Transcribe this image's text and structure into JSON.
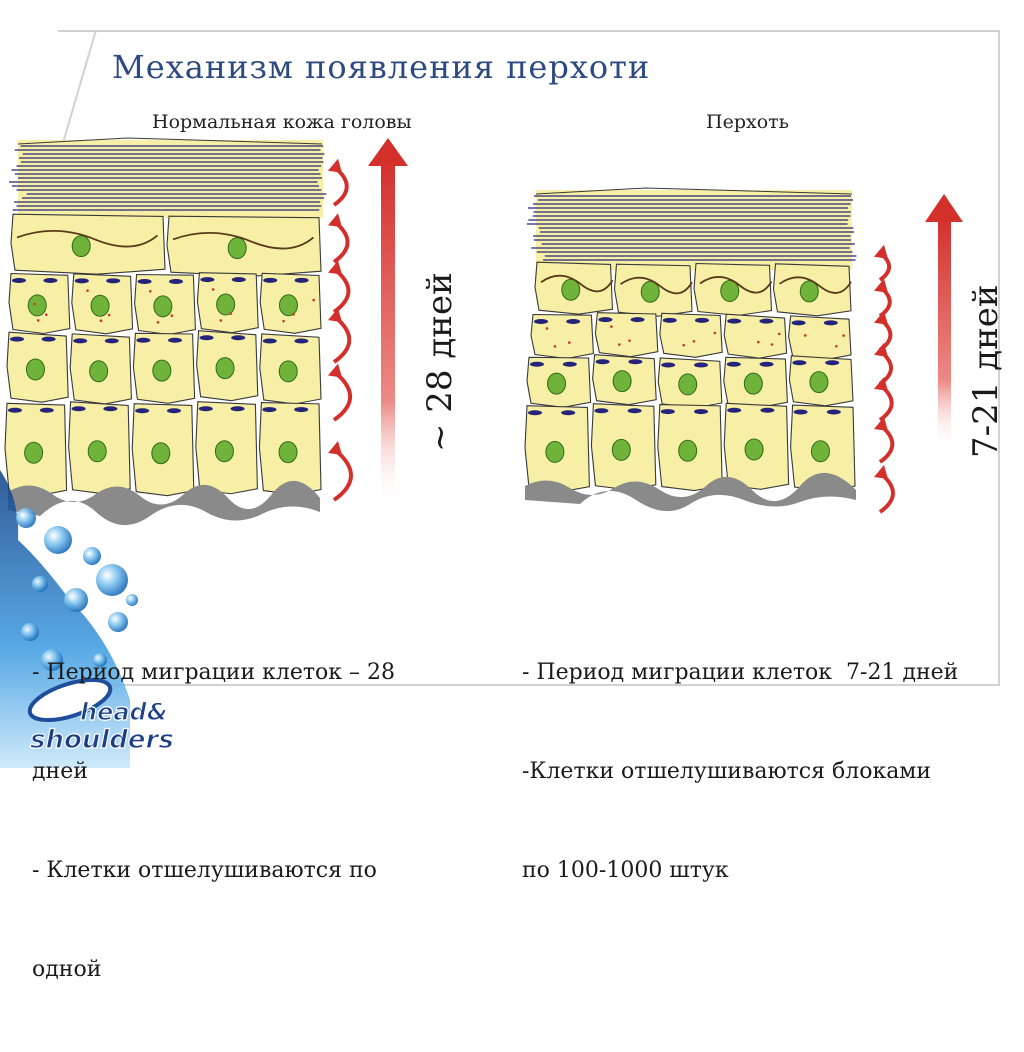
{
  "slide": {
    "title": "Механизм появления перхоти"
  },
  "normal_panel": {
    "subtitle": "Нормальная кожа головы",
    "duration_label": "~ 28 дней",
    "caption_lines": [
      "- Период миграции клеток – 28",
      "дней",
      "- Клетки отшелушиваются по",
      "одной"
    ]
  },
  "dandruff_panel": {
    "subtitle": "Перхоть",
    "duration_label": "7-21 дней",
    "caption_lines": [
      "- Период миграции клеток  7-21 дней",
      "-Клетки отшелушиваются блоками",
      "по 100-1000 штук"
    ]
  },
  "logo": {
    "line1": "head&",
    "line2": "shoulders"
  },
  "colors": {
    "title": "#2c4a80",
    "cell_fill": "#f6efa5",
    "cell_stroke": "#3a3a3a",
    "nucleus": "#6fb33a",
    "arrow_red": "#d3302c",
    "stratum_blue": "#25247a",
    "basal_gray": "#888888",
    "splash_blue": "#1e6fc2"
  }
}
